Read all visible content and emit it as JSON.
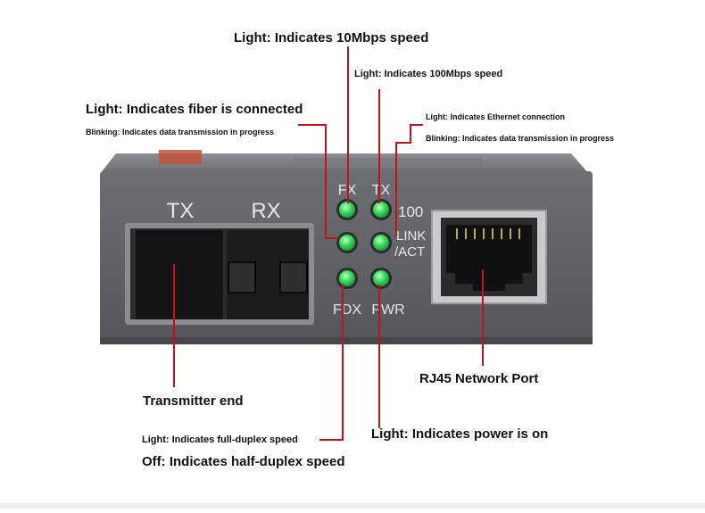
{
  "device": {
    "port_tx": "TX",
    "port_rx": "RX",
    "led_labels": {
      "fx": "FX",
      "tx": "TX",
      "speed_100": "100",
      "link": "LINK",
      "act": "/ACT",
      "fdx": "FDX",
      "pwr": "PWR"
    },
    "led_color": "#39d65a",
    "body_color": "#5e6066",
    "leader_color": "#c0141a"
  },
  "callouts": {
    "speed_10": "Light: Indicates 10Mbps speed",
    "speed_100": "Light: Indicates 100Mbps speed",
    "fiber_light": "Light: Indicates fiber is connected",
    "fiber_blink": "Blinking: Indicates data transmission in progress",
    "eth_light": "Light: Indicates Ethernet connection",
    "eth_blink": "Blinking: Indicates data transmission in progress",
    "transmitter": "Transmitter end",
    "rj45": "RJ45 Network Port",
    "fdx_light": "Light: Indicates full-duplex speed",
    "fdx_off": "Off: Indicates half-duplex speed",
    "power": "Light: Indicates power is on"
  }
}
